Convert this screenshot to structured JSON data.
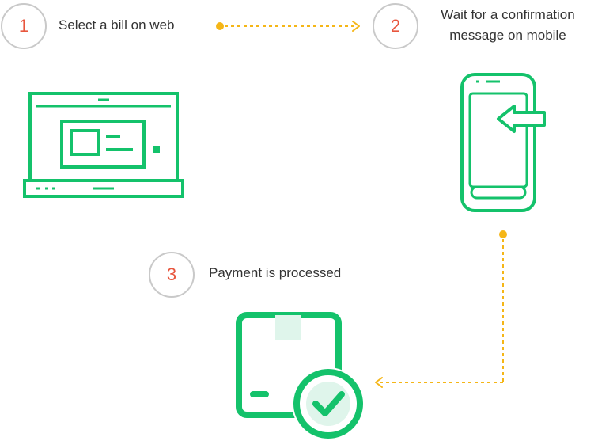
{
  "steps": [
    {
      "number": "1",
      "label": "Select a bill on web"
    },
    {
      "number": "2",
      "label_line1": "Wait for a confirmation",
      "label_line2": "message on mobile"
    },
    {
      "number": "3",
      "label": "Payment is processed"
    }
  ],
  "colors": {
    "icon_green": "#14c26b",
    "light_green": "#dff5eb",
    "connector_orange": "#f5b617",
    "number_red": "#e8563e",
    "circle_border": "#c9c9c9",
    "text": "#333333"
  },
  "icons": [
    "laptop-icon",
    "smartphone-icon",
    "arrow-left-icon",
    "package-icon",
    "check-icon"
  ]
}
